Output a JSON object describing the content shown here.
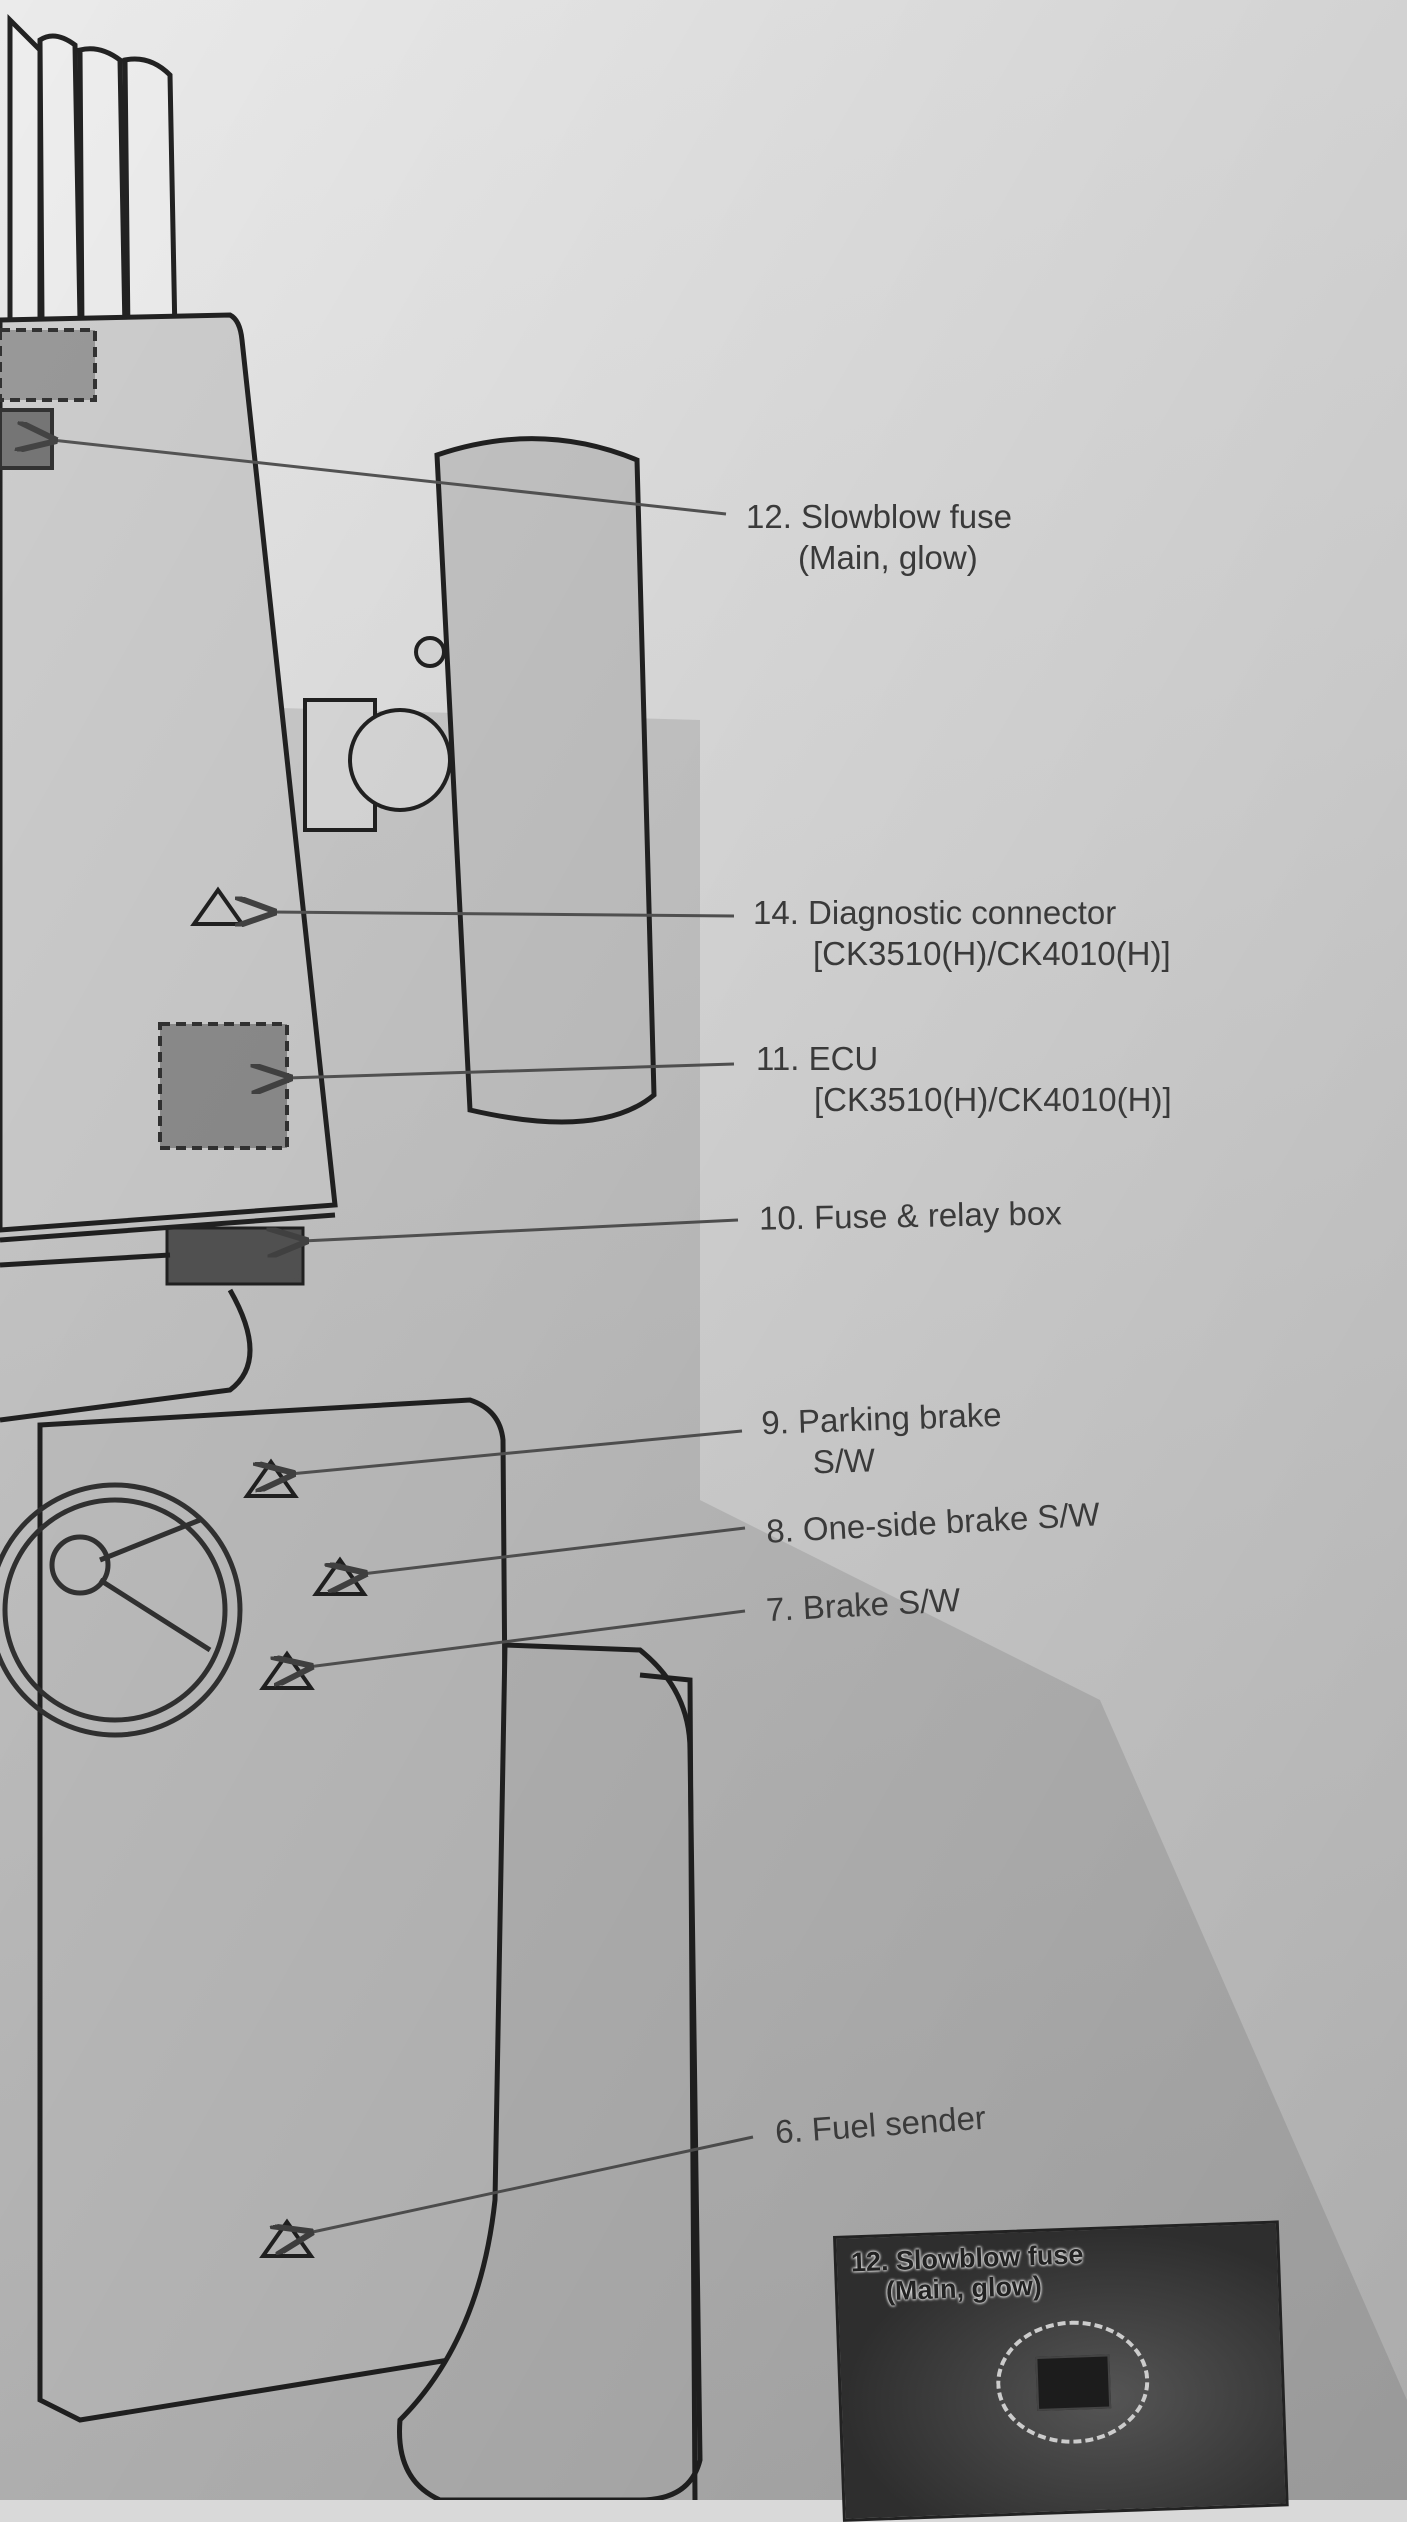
{
  "labels": {
    "slowblow_fuse": {
      "title": "12. Slowblow fuse",
      "sub": "(Main, glow)"
    },
    "diagnostic_connector": {
      "title": "14. Diagnostic connector",
      "sub": "[CK3510(H)/CK4010(H)]"
    },
    "ecu": {
      "title": "11. ECU",
      "sub": "[CK3510(H)/CK4010(H)]"
    },
    "fuse_relay_box": {
      "title": "10. Fuse & relay box"
    },
    "parking_brake": {
      "title": "9. Parking brake",
      "sub": "S/W"
    },
    "one_side_brake": {
      "title": "8. One-side brake S/W"
    },
    "brake_sw": {
      "title": "7. Brake S/W"
    },
    "fuel_sender": {
      "title": "6. Fuel sender"
    }
  },
  "inset": {
    "line1": "12. Slowblow fuse",
    "line2": "(Main, glow)"
  }
}
